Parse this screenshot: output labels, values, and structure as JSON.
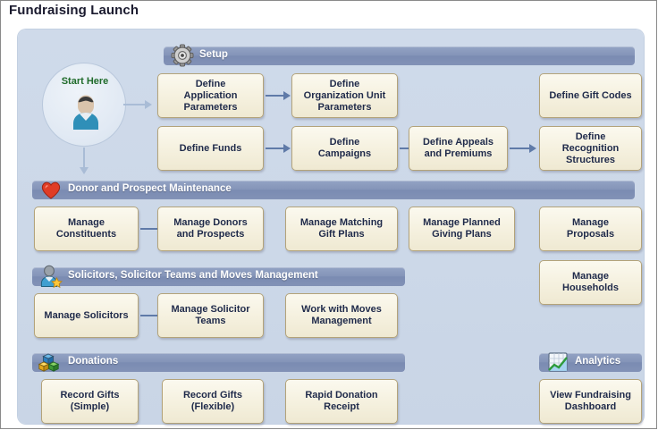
{
  "page": {
    "title": "Fundraising Launch"
  },
  "start": {
    "label": "Start Here",
    "icon": "user-person-icon"
  },
  "sections": [
    {
      "id": "setup",
      "label": "Setup",
      "icon": "gear-icon",
      "boxes": [
        {
          "label": "Define\nApplication\nParameters"
        },
        {
          "label": "Define\nOrganization Unit\nParameters"
        },
        {
          "label": "Define Gift Codes"
        },
        {
          "label": "Define Funds"
        },
        {
          "label": "Define\nCampaigns"
        },
        {
          "label": "Define Appeals\nand Premiums"
        },
        {
          "label": "Define\nRecognition\nStructures"
        }
      ]
    },
    {
      "id": "donor",
      "label": "Donor and Prospect Maintenance",
      "icon": "heart-icon",
      "boxes": [
        {
          "label": "Manage\nConstituents"
        },
        {
          "label": "Manage Donors\nand Prospects"
        },
        {
          "label": "Manage Matching\nGift Plans"
        },
        {
          "label": "Manage Planned\nGiving Plans"
        },
        {
          "label": "Manage\nProposals"
        },
        {
          "label": "Manage\nHouseholds"
        }
      ]
    },
    {
      "id": "solicitors",
      "label": "Solicitors, Solicitor Teams and Moves Management",
      "icon": "person-star-icon",
      "boxes": [
        {
          "label": "Manage Solicitors"
        },
        {
          "label": "Manage Solicitor\nTeams"
        },
        {
          "label": "Work with Moves\nManagement"
        }
      ]
    },
    {
      "id": "donations",
      "label": "Donations",
      "icon": "blocks-icon",
      "boxes": [
        {
          "label": "Record Gifts\n(Simple)"
        },
        {
          "label": "Record Gifts\n(Flexible)"
        },
        {
          "label": "Rapid Donation\nReceipt"
        }
      ]
    },
    {
      "id": "analytics",
      "label": "Analytics",
      "icon": "chart-icon",
      "boxes": [
        {
          "label": "View Fundraising\nDashboard"
        }
      ]
    }
  ],
  "colors": {
    "section_bar": "#8494b8",
    "box_fill": "#f6f2e1",
    "box_border": "#b3a37a",
    "box_text": "#1f2a4a",
    "canvas": "#ccd8e8",
    "arrow": "#5f7aa8",
    "start_text": "#1f6b2a"
  }
}
